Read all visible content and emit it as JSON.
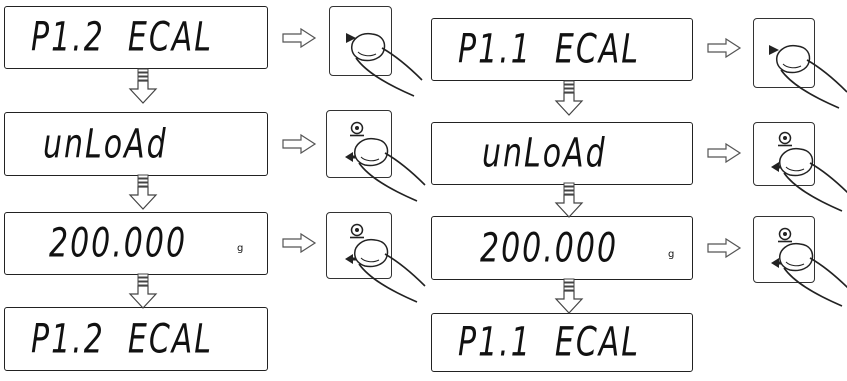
{
  "left_column": {
    "step1_display": "P1.2  ECAL",
    "step2_display": "unLoAd",
    "step3_display": "200.000",
    "step3_unit": "g",
    "step4_display": "P1.2  ECAL"
  },
  "right_column": {
    "step1_display": "P1.1  ECAL",
    "step2_display": "unLoAd",
    "step3_display": "200.000",
    "step3_unit": "g",
    "step4_display": "P1.1  ECAL"
  },
  "keys": {
    "navigate_key_icon": "right-triangle-icon",
    "confirm_key_icon": "tare-circle-icon"
  }
}
